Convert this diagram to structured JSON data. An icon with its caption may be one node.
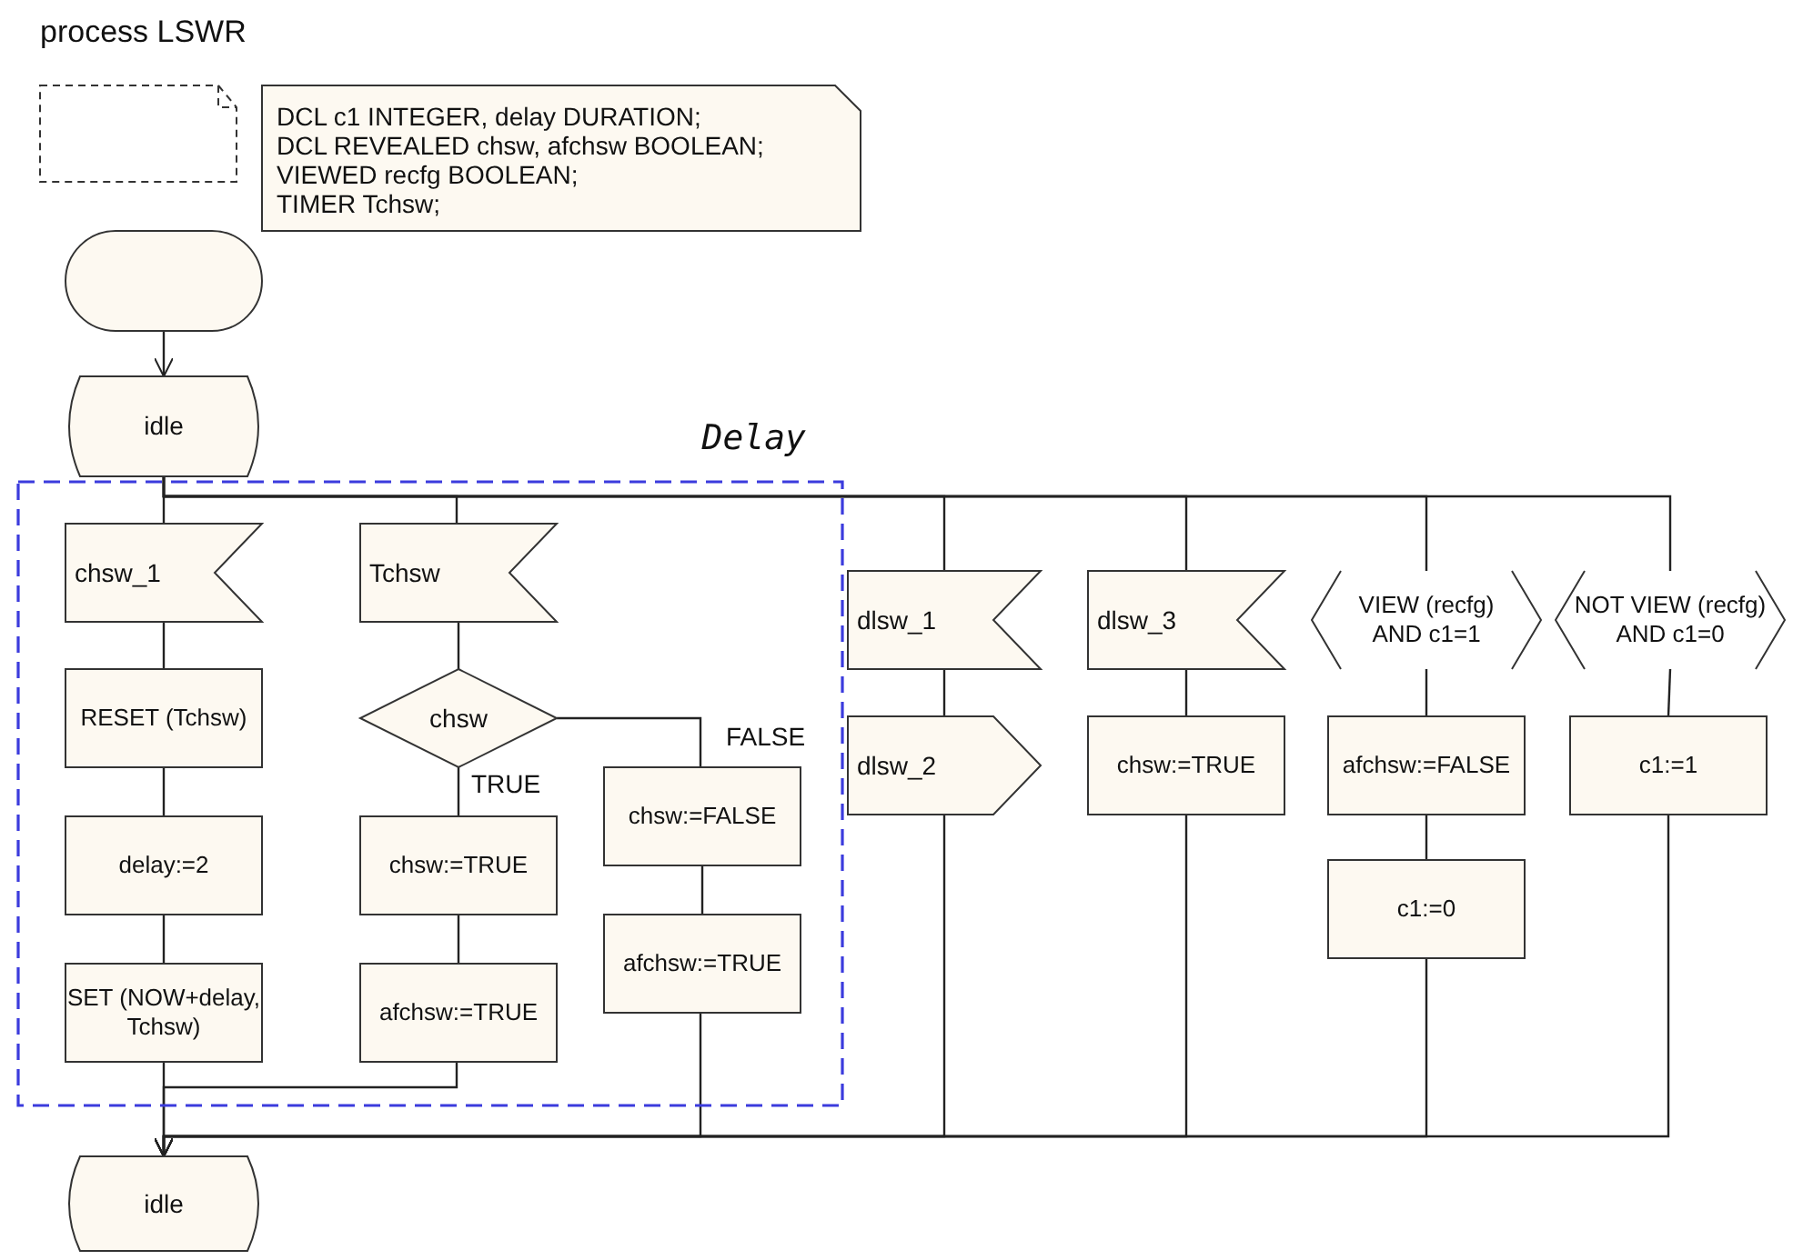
{
  "diagram": {
    "title": "process LSWR",
    "nodes": [
      {
        "text": [],
        "shape": "box"
      },
      {
        "text": [
          "DCL c1 INTEGER, delay DURATION;",
          "DCL REVEALED chsw, afchsw BOOLEAN;",
          "VIEWED recfg BOOLEAN;",
          "TIMER Tchsw;"
        ]
      },
      {
        "text": [],
        "shape": "box"
      },
      {
        "text": [
          "idle"
        ]
      },
      {
        "text": [
          "Delay"
        ]
      },
      {
        "text": [
          "chsw_1"
        ],
        "in": 4
      },
      {
        "text": [
          "RESET (Tchsw)"
        ],
        "in": 4
      },
      {
        "text": [
          "delay:=2"
        ],
        "in": 4
      },
      {
        "text": [
          "SET (NOW+delay, Tchsw)"
        ],
        "in": 4
      },
      {
        "text": [
          "Tchsw"
        ],
        "in": 4
      },
      {
        "text": [
          "chsw"
        ],
        "in": 4
      },
      {
        "text": [
          "chsw:=TRUE"
        ],
        "in": 4
      },
      {
        "text": [
          "afchsw:=TRUE"
        ],
        "in": 4
      },
      {
        "text": [
          "chsw:=FALSE"
        ],
        "in": 4
      },
      {
        "text": [
          "afchsw:=TRUE"
        ],
        "in": 4
      },
      {
        "text": [
          "dlsw_1"
        ]
      },
      {
        "text": [
          "dlsw_2"
        ]
      },
      {
        "text": [
          "dlsw_3"
        ]
      },
      {
        "text": [
          "chsw:=TRUE"
        ]
      },
      {
        "text": [
          "VIEW (recfg) AND c1=1"
        ]
      },
      {
        "text": [
          "afchsw:=FALSE"
        ]
      },
      {
        "text": [
          "c1:=0"
        ]
      },
      {
        "text": [
          "NOT VIEW (recfg) AND c1=0"
        ]
      },
      {
        "text": [
          "c1:=1"
        ]
      },
      {
        "text": [
          "idle"
        ]
      }
    ],
    "edges": [
      {
        "from": 2,
        "to": 3,
        "arrow": "to"
      },
      {
        "from": 3,
        "to": 5,
        "arrow": "none"
      },
      {
        "from": 3,
        "to": 9,
        "arrow": "none"
      },
      {
        "from": 3,
        "to": 15,
        "arrow": "none"
      },
      {
        "from": 3,
        "to": 17,
        "arrow": "none"
      },
      {
        "from": 3,
        "to": 19,
        "arrow": "none"
      },
      {
        "from": 3,
        "to": 22,
        "arrow": "none"
      },
      {
        "from": 5,
        "to": 6,
        "arrow": "none"
      },
      {
        "from": 6,
        "to": 7,
        "arrow": "none"
      },
      {
        "from": 7,
        "to": 8,
        "arrow": "none"
      },
      {
        "from": 8,
        "to": 24,
        "arrow": "to"
      },
      {
        "from": 9,
        "to": 10,
        "arrow": "none"
      },
      {
        "from": 10,
        "to": 11,
        "arrow": "none",
        "label": "TRUE"
      },
      {
        "from": 11,
        "to": 12,
        "arrow": "none"
      },
      {
        "from": 12,
        "to": 24,
        "arrow": "to"
      },
      {
        "from": 10,
        "to": 13,
        "arrow": "none",
        "label": "FALSE"
      },
      {
        "from": 13,
        "to": 14,
        "arrow": "none"
      },
      {
        "from": 14,
        "to": 24,
        "arrow": "to"
      },
      {
        "from": 15,
        "to": 16,
        "arrow": "none"
      },
      {
        "from": 16,
        "to": 24,
        "arrow": "to"
      },
      {
        "from": 17,
        "to": 18,
        "arrow": "none"
      },
      {
        "from": 18,
        "to": 24,
        "arrow": "to"
      },
      {
        "from": 19,
        "to": 20,
        "arrow": "none"
      },
      {
        "from": 20,
        "to": 21,
        "arrow": "none"
      },
      {
        "from": 21,
        "to": 24,
        "arrow": "to"
      },
      {
        "from": 22,
        "to": 23,
        "arrow": "none"
      },
      {
        "from": 23,
        "to": 24,
        "arrow": "to"
      }
    ]
  }
}
